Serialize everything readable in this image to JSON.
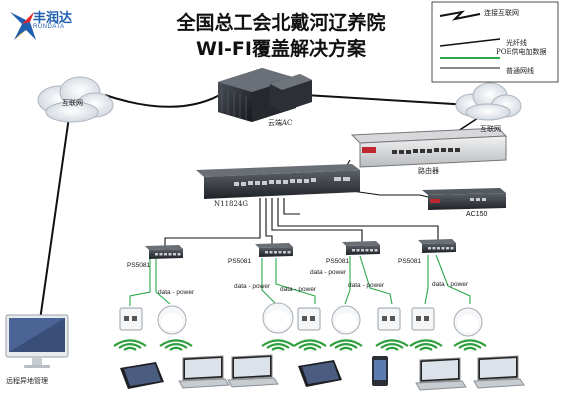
{
  "logo": {
    "name": "丰润达",
    "sub": "RUNDATA"
  },
  "title": {
    "line1": "全国总工会北戴河辽养院",
    "line2": "WI-FI覆盖解决方案"
  },
  "legend": {
    "items": [
      {
        "label": "连接互联网",
        "style": "internet",
        "color": "#111111"
      },
      {
        "label": "光纤线",
        "style": "fiber",
        "color": "#111111"
      },
      {
        "label": "POE供电加数据",
        "style": "poe",
        "color": "#2aa84a"
      },
      {
        "label": "普通网线",
        "style": "lan",
        "color": "#111111"
      }
    ]
  },
  "nodes": {
    "cloud_left": "互联网",
    "cloud_right": "互联网",
    "cloud_ac": "云端AC",
    "router": "路由器",
    "core_switch": "N11824G",
    "ac150": "AC150",
    "remote_mgmt": "远程异地管理"
  },
  "poe_switches": [
    {
      "label": "PS5081"
    },
    {
      "label": "PS5081"
    },
    {
      "label": "PS5081"
    },
    {
      "label": "PS5081"
    }
  ],
  "dp_labels": [
    "data - power",
    "data - power",
    "data - power",
    "data - power",
    "data - power",
    "data - power"
  ],
  "colors": {
    "poe_green": "#2aa84a",
    "wifi_green": "#2e9e3e",
    "device_dark": "#2b2f36",
    "ap_white": "#f4f6f8",
    "title_black": "#111111"
  }
}
